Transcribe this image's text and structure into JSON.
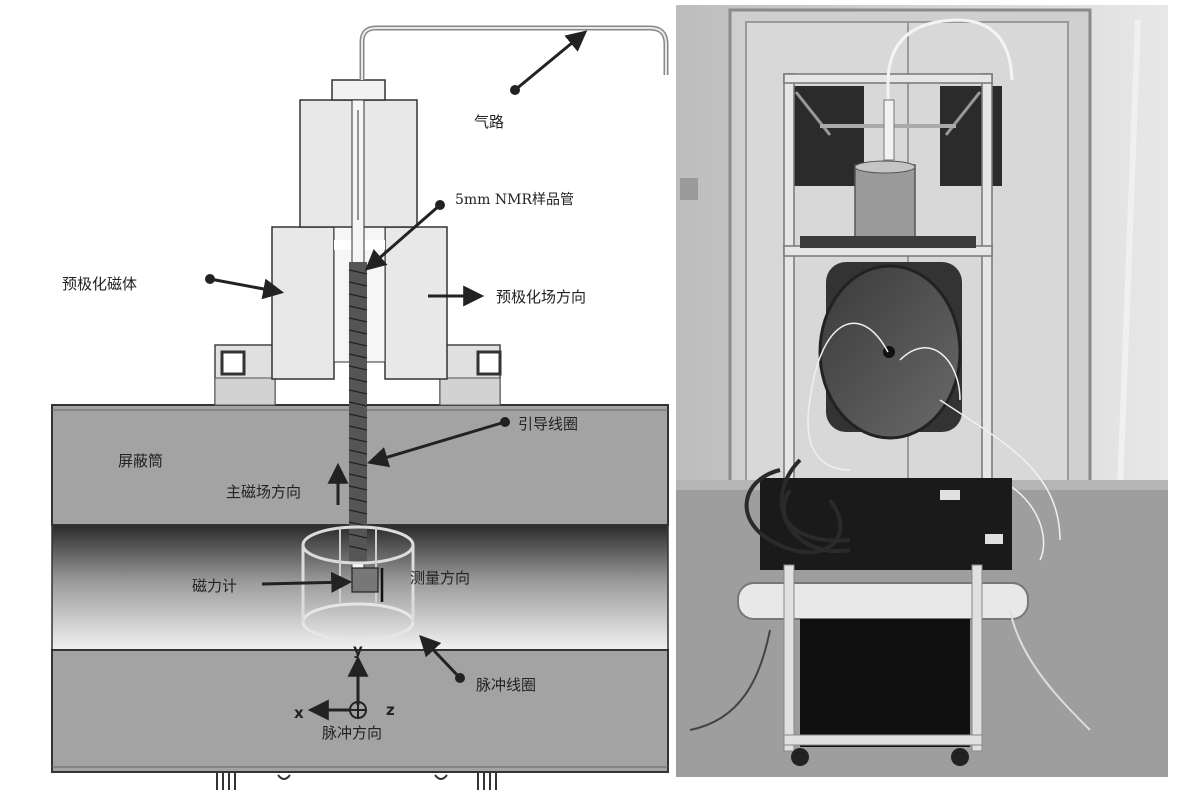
{
  "labels": {
    "gas_path": "气路",
    "nmr_tube": "5mm NMR样品管",
    "prepolar_magnet": "预极化磁体",
    "prepolar_field_dir": "预极化场方向",
    "shield_cylinder": "屏蔽筒",
    "guide_coil": "引导线圈",
    "main_field_dir": "主磁场方向",
    "magnetometer": "磁力计",
    "measure_dir": "测量方向",
    "pulse_coil": "脉冲线圈",
    "pulse_dir": "脉冲方向",
    "axis_x": "x",
    "axis_y": "y",
    "axis_z": "z"
  },
  "colors": {
    "shield_fill": "#9a9a9a",
    "magnet_fill": "#e6e6e6",
    "outline": "#333333",
    "arrow": "#222222"
  }
}
